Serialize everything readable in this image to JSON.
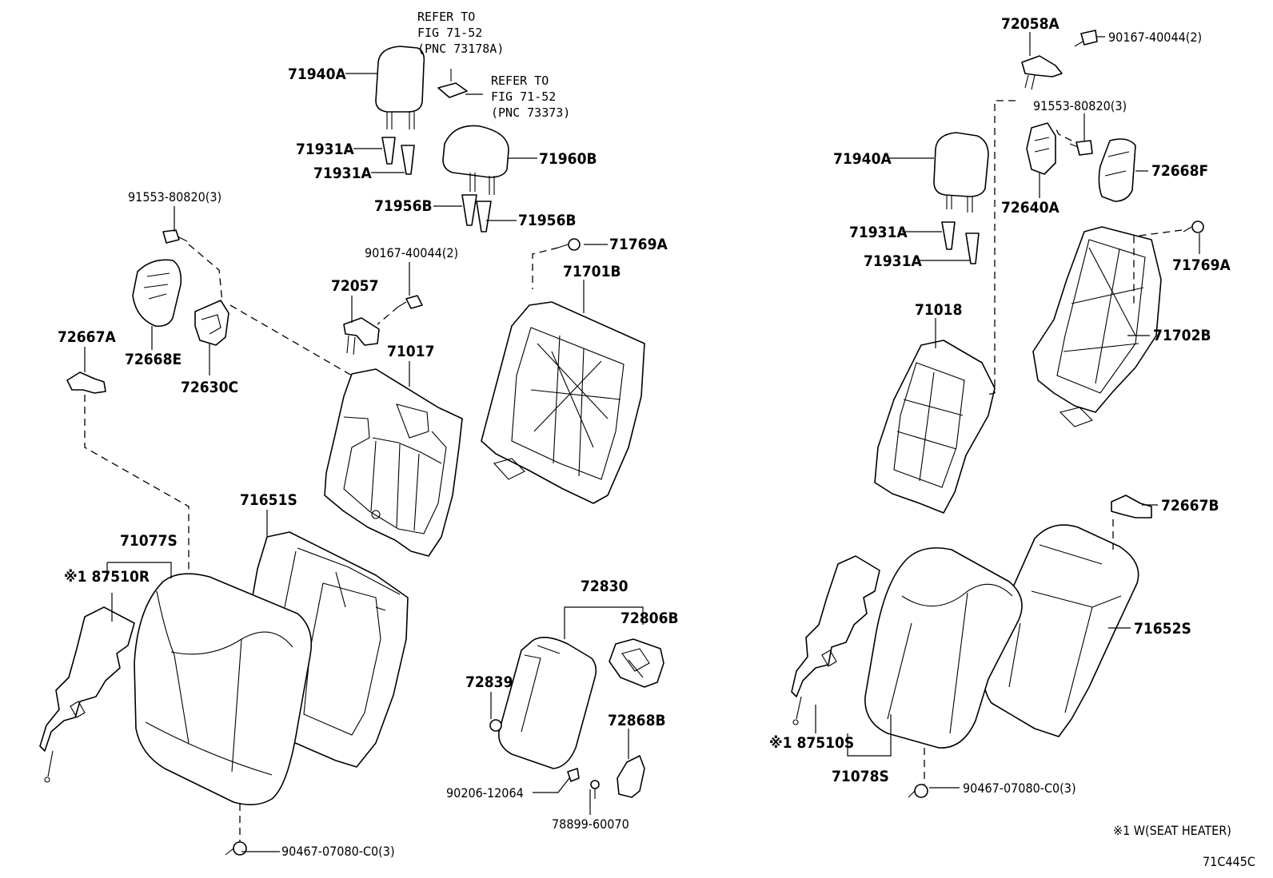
{
  "labels": {
    "l_71940A_1": "71940A",
    "l_71931A_1a": "71931A",
    "l_71931A_1b": "71931A",
    "l_71960B": "71960B",
    "l_71956B_a": "71956B",
    "l_71956B_b": "71956B",
    "l_91553_1": "91553-80820(3)",
    "l_72668E": "72668E",
    "l_72630C": "72630C",
    "l_72667A": "72667A",
    "l_90167_1": "90167-40044(2)",
    "l_72057": "72057",
    "l_71017": "71017",
    "l_71769A_1": "71769A",
    "l_71701B": "71701B",
    "l_71651S": "71651S",
    "l_71077S": "71077S",
    "l_87510R": "※1 87510R",
    "l_90467_1": "90467-07080-C0(3)",
    "l_72830": "72830",
    "l_72806B": "72806B",
    "l_72839": "72839",
    "l_72868B": "72868B",
    "l_90206": "90206-12064",
    "l_78899": "78899-60070",
    "l_72058A": "72058A",
    "l_90167_2": "90167-40044(2)",
    "l_91553_2": "91553-80820(3)",
    "l_72668F": "72668F",
    "l_71940A_2": "71940A",
    "l_72640A": "72640A",
    "l_71931A_2a": "71931A",
    "l_71931A_2b": "71931A",
    "l_71769A_2": "71769A",
    "l_71018": "71018",
    "l_71702B": "71702B",
    "l_72667B": "72667B",
    "l_71652S": "71652S",
    "l_87510S": "※1 87510S",
    "l_71078S": "71078S",
    "l_90467_2": "90467-07080-C0(3)"
  },
  "refs": {
    "ref1_line1": "REFER TO",
    "ref1_line2": "FIG 71-52",
    "ref1_line3": "(PNC 73178A)",
    "ref2_line1": "REFER TO",
    "ref2_line2": "FIG 71-52",
    "ref2_line3": "(PNC 73373)"
  },
  "footnote": {
    "note": "※1  W(SEAT HEATER)",
    "illustration_code": "71C445C"
  }
}
